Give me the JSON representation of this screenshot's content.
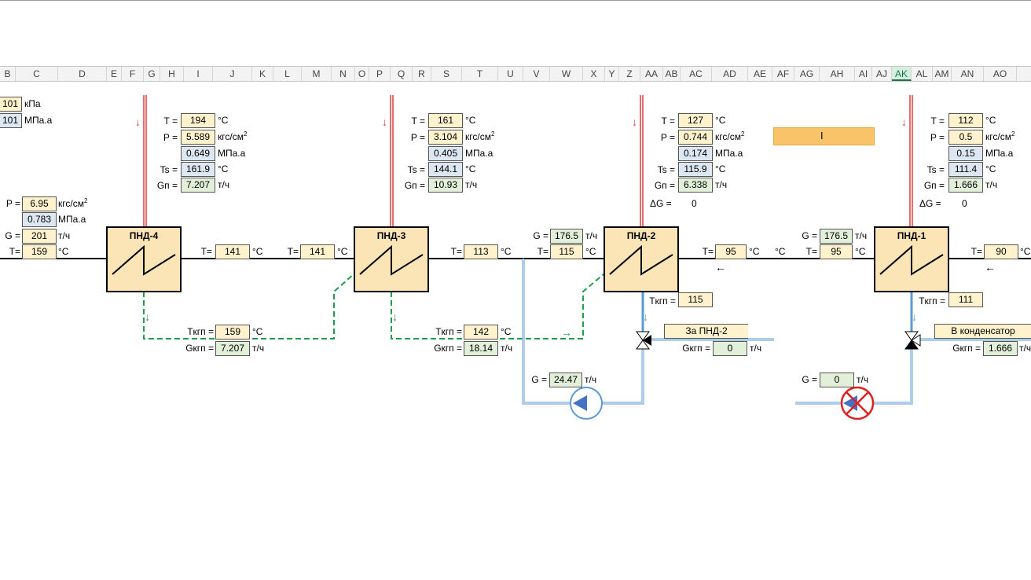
{
  "columns": [
    "B",
    "C",
    "D",
    "E",
    "F",
    "G",
    "H",
    "I",
    "J",
    "K",
    "L",
    "M",
    "N",
    "O",
    "P",
    "Q",
    "R",
    "S",
    "T",
    "U",
    "V",
    "W",
    "X",
    "Y",
    "Z",
    "AA",
    "AB",
    "AC",
    "AD",
    "AE",
    "AF",
    "AG",
    "AH",
    "AI",
    "AJ",
    "AK",
    "AL",
    "AM",
    "AN",
    "AO"
  ],
  "active_column": "AK",
  "units": {
    "kpa": "кПа",
    "mpa": "МПа.а",
    "kgf": "кгс/см",
    "deg": "°C",
    "th": "т/ч",
    "sq": "2"
  },
  "symbols": {
    "eq": "=",
    "T": "T =",
    "P": "P =",
    "Ts": "Ts =",
    "Gp": "Gп =",
    "dG": "ΔG =",
    "Teq": "T=",
    "Peq": "P =",
    "Geq": "G =",
    "Tkgp": "Tкгп =",
    "Gkgp": "Gкгп =",
    "arrow_down": "↓",
    "arrow_left": "←",
    "arrow_right": "→"
  },
  "left_inputs": {
    "kpa_value": "101",
    "mpa_value": "101",
    "P": "6.95",
    "P_abs": "0.783",
    "G": "201",
    "T": "159"
  },
  "heaters": [
    {
      "name": "ПНД-4",
      "steam": {
        "T": "194",
        "P": "5.589",
        "P_abs": "0.649",
        "Ts": "161.9",
        "Gp": "7.207"
      },
      "T_out": "141",
      "drain": {
        "Tkgp": "159",
        "Gkgp": "7.207"
      }
    },
    {
      "name": "ПНД-3",
      "steam": {
        "T": "161",
        "P": "3.104",
        "P_abs": "0.405",
        "Ts": "144.1",
        "Gp": "10.93"
      },
      "T_in": "141",
      "T_out": "113",
      "drain": {
        "Tkgp": "142",
        "Gkgp": "18.14"
      }
    },
    {
      "name": "ПНД-2",
      "steam": {
        "T": "127",
        "P": "0.744",
        "P_abs": "0.174",
        "Ts": "115.9",
        "Gp": "6.338",
        "dG": "0"
      },
      "G_in": "176.5",
      "T_in": "115",
      "T_out": "95",
      "Tkgp": "115",
      "drain_label": "За ПНД-2",
      "Gkgp": "0",
      "pump_G": "24.47"
    },
    {
      "name": "ПНД-1",
      "steam": {
        "T": "112",
        "P": "0.5",
        "P_abs": "0.15",
        "Ts": "111.4",
        "Gp": "1.666",
        "dG": "0"
      },
      "G_in": "176.5",
      "T_in": "95",
      "T_out": "90",
      "Tkgp": "111",
      "drain_label": "В конденсатор",
      "Gkgp": "1.666",
      "pump_G": "0"
    }
  ],
  "colors": {
    "steam_line": "#e03c3c",
    "drain_line": "#1f9e4a",
    "water_line": "#5b9bd5",
    "heater_fill": "#fbe5b6",
    "pump_fill": "#4472c4",
    "pump_off": "#e02020"
  }
}
